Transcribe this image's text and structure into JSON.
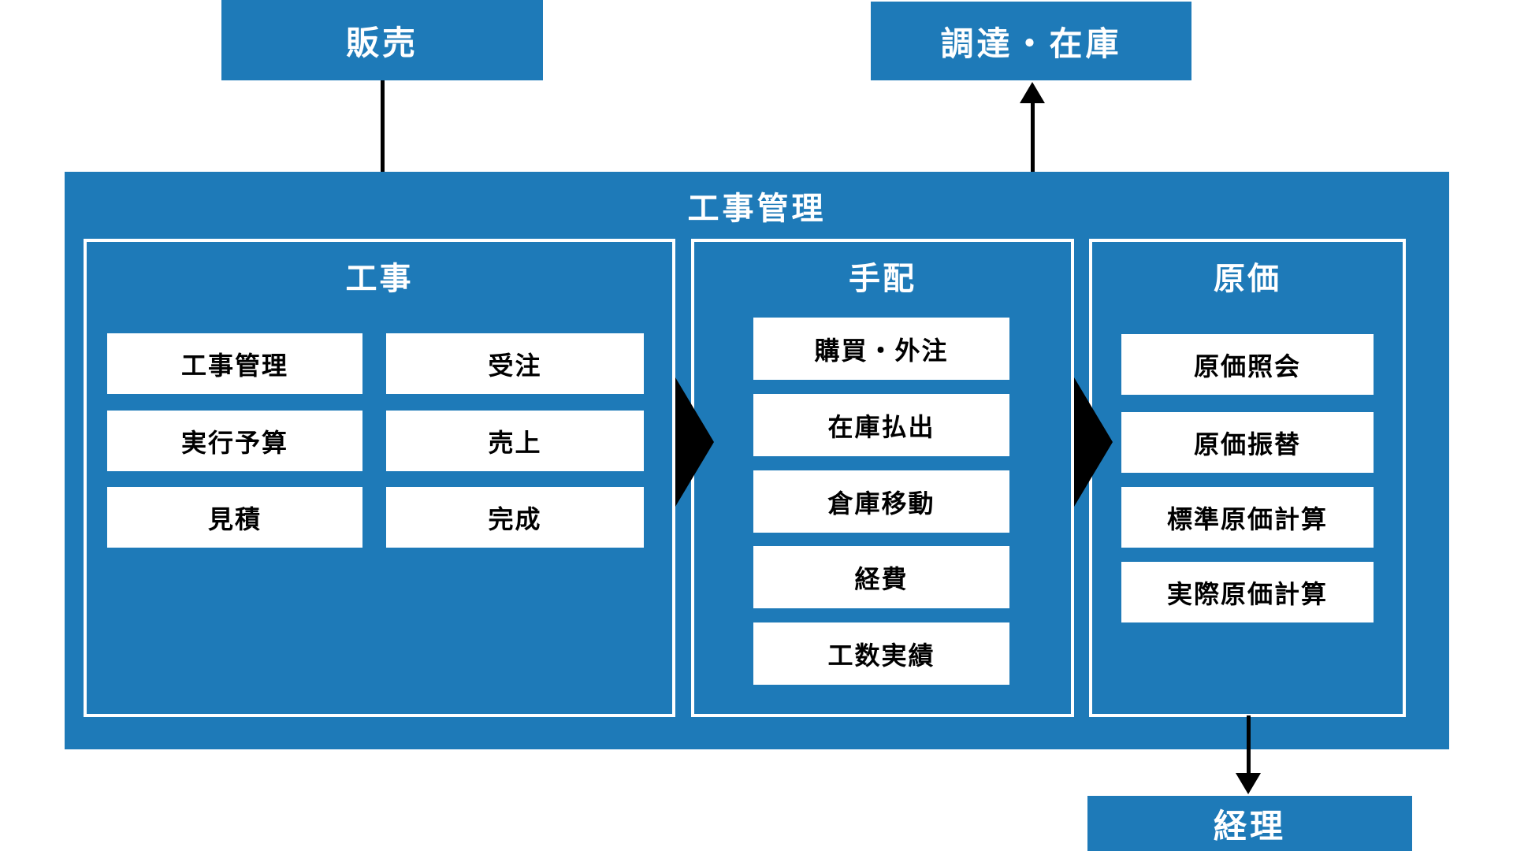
{
  "colors": {
    "blue": "#1E7AB8",
    "arrow": "#000000",
    "box_text": "#000000",
    "title_text": "#FFFFFF"
  },
  "external_boxes": {
    "sales": {
      "label": "販売"
    },
    "procurement": {
      "label": "調達・在庫"
    },
    "accounting": {
      "label": "経理"
    }
  },
  "container": {
    "title": "工事管理"
  },
  "sections": [
    {
      "title": "工事",
      "items": [
        "工事管理",
        "受注",
        "実行予算",
        "売上",
        "見積",
        "完成"
      ]
    },
    {
      "title": "手配",
      "items": [
        "購買・外注",
        "在庫払出",
        "倉庫移動",
        "経費",
        "工数実績"
      ]
    },
    {
      "title": "原価",
      "items": [
        "原価照会",
        "原価振替",
        "標準原価計算",
        "実際原価計算"
      ]
    }
  ],
  "flows": [
    "販売 → 工事",
    "手配 → 調達・在庫",
    "工事 → 手配",
    "手配 → 原価",
    "原価 → 経理"
  ]
}
